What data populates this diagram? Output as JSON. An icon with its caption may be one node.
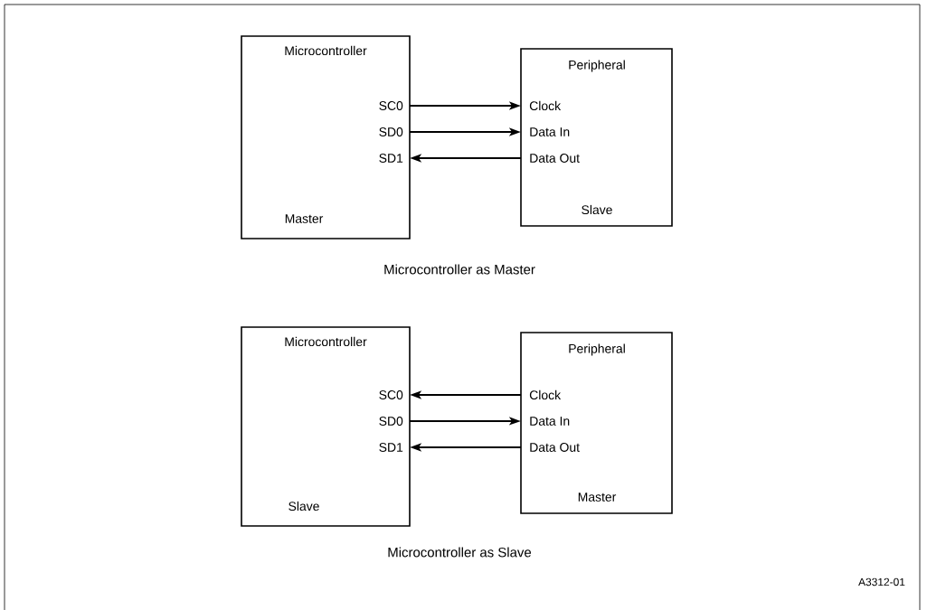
{
  "diagram": {
    "nodes": [
      {
        "text": [
          "Microcontroller",
          "Master"
        ]
      },
      {
        "text": [
          "SC0"
        ],
        "in": 0
      },
      {
        "text": [
          "SD0"
        ],
        "in": 0
      },
      {
        "text": [
          "SD1"
        ],
        "in": 0
      },
      {
        "text": [
          "Peripheral",
          "Slave"
        ]
      },
      {
        "text": [
          "Clock"
        ],
        "in": 4
      },
      {
        "text": [
          "Data In"
        ],
        "in": 4
      },
      {
        "text": [
          "Data Out"
        ],
        "in": 4
      },
      {
        "text": [
          "Microcontroller",
          "Slave"
        ]
      },
      {
        "text": [
          "SC0"
        ],
        "in": 8
      },
      {
        "text": [
          "SD0"
        ],
        "in": 8
      },
      {
        "text": [
          "SD1"
        ],
        "in": 8
      },
      {
        "text": [
          "Peripheral",
          "Master"
        ]
      },
      {
        "text": [
          "Clock"
        ],
        "in": 12
      },
      {
        "text": [
          "Data In"
        ],
        "in": 12
      },
      {
        "text": [
          "Data Out"
        ],
        "in": 12
      }
    ],
    "edges": [
      {
        "from": 1,
        "to": 5,
        "arrow": "to"
      },
      {
        "from": 2,
        "to": 6,
        "arrow": "to"
      },
      {
        "from": 7,
        "to": 3,
        "arrow": "to"
      },
      {
        "from": 13,
        "to": 9,
        "arrow": "to"
      },
      {
        "from": 10,
        "to": 14,
        "arrow": "to"
      },
      {
        "from": 15,
        "to": 11,
        "arrow": "to"
      }
    ],
    "labels": [
      "Microcontroller as Master",
      "Microcontroller as Slave",
      "A3312-01"
    ]
  }
}
